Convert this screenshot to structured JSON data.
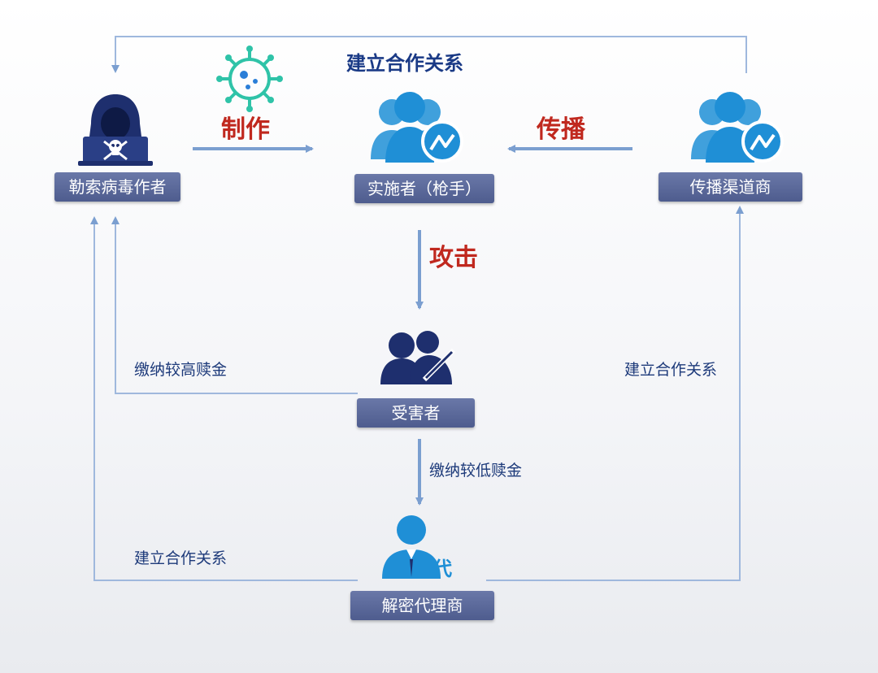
{
  "title": "建立合作关系",
  "nodes": {
    "author": "勒索病毒作者",
    "implementer": "实施者（枪手）",
    "distributor": "传播渠道商",
    "victim": "受害者",
    "decrypt_agent": "解密代理商"
  },
  "edges": {
    "make": "制作",
    "spread": "传播",
    "attack": "攻击",
    "pay_high": "缴纳较高赎金",
    "pay_low": "缴纳较低赎金",
    "coop_right": "建立合作关系",
    "coop_left": "建立合作关系"
  },
  "icons": {
    "author": "hacker-skull-icon",
    "virus": "virus-icon",
    "implementer": "user-group-chart-icon",
    "distributor": "user-group-chart-icon",
    "victim": "user-pair-pen-icon",
    "agent": "agent-person-icon",
    "agent_glyph": "代"
  },
  "colors": {
    "arrow": "#7b9fd0",
    "icon_blue": "#1f8fd6",
    "icon_navy": "#1e2f6e",
    "virus": "#2fc3a8",
    "label_bg": "#5a6898",
    "accent_red": "#c0281e"
  }
}
